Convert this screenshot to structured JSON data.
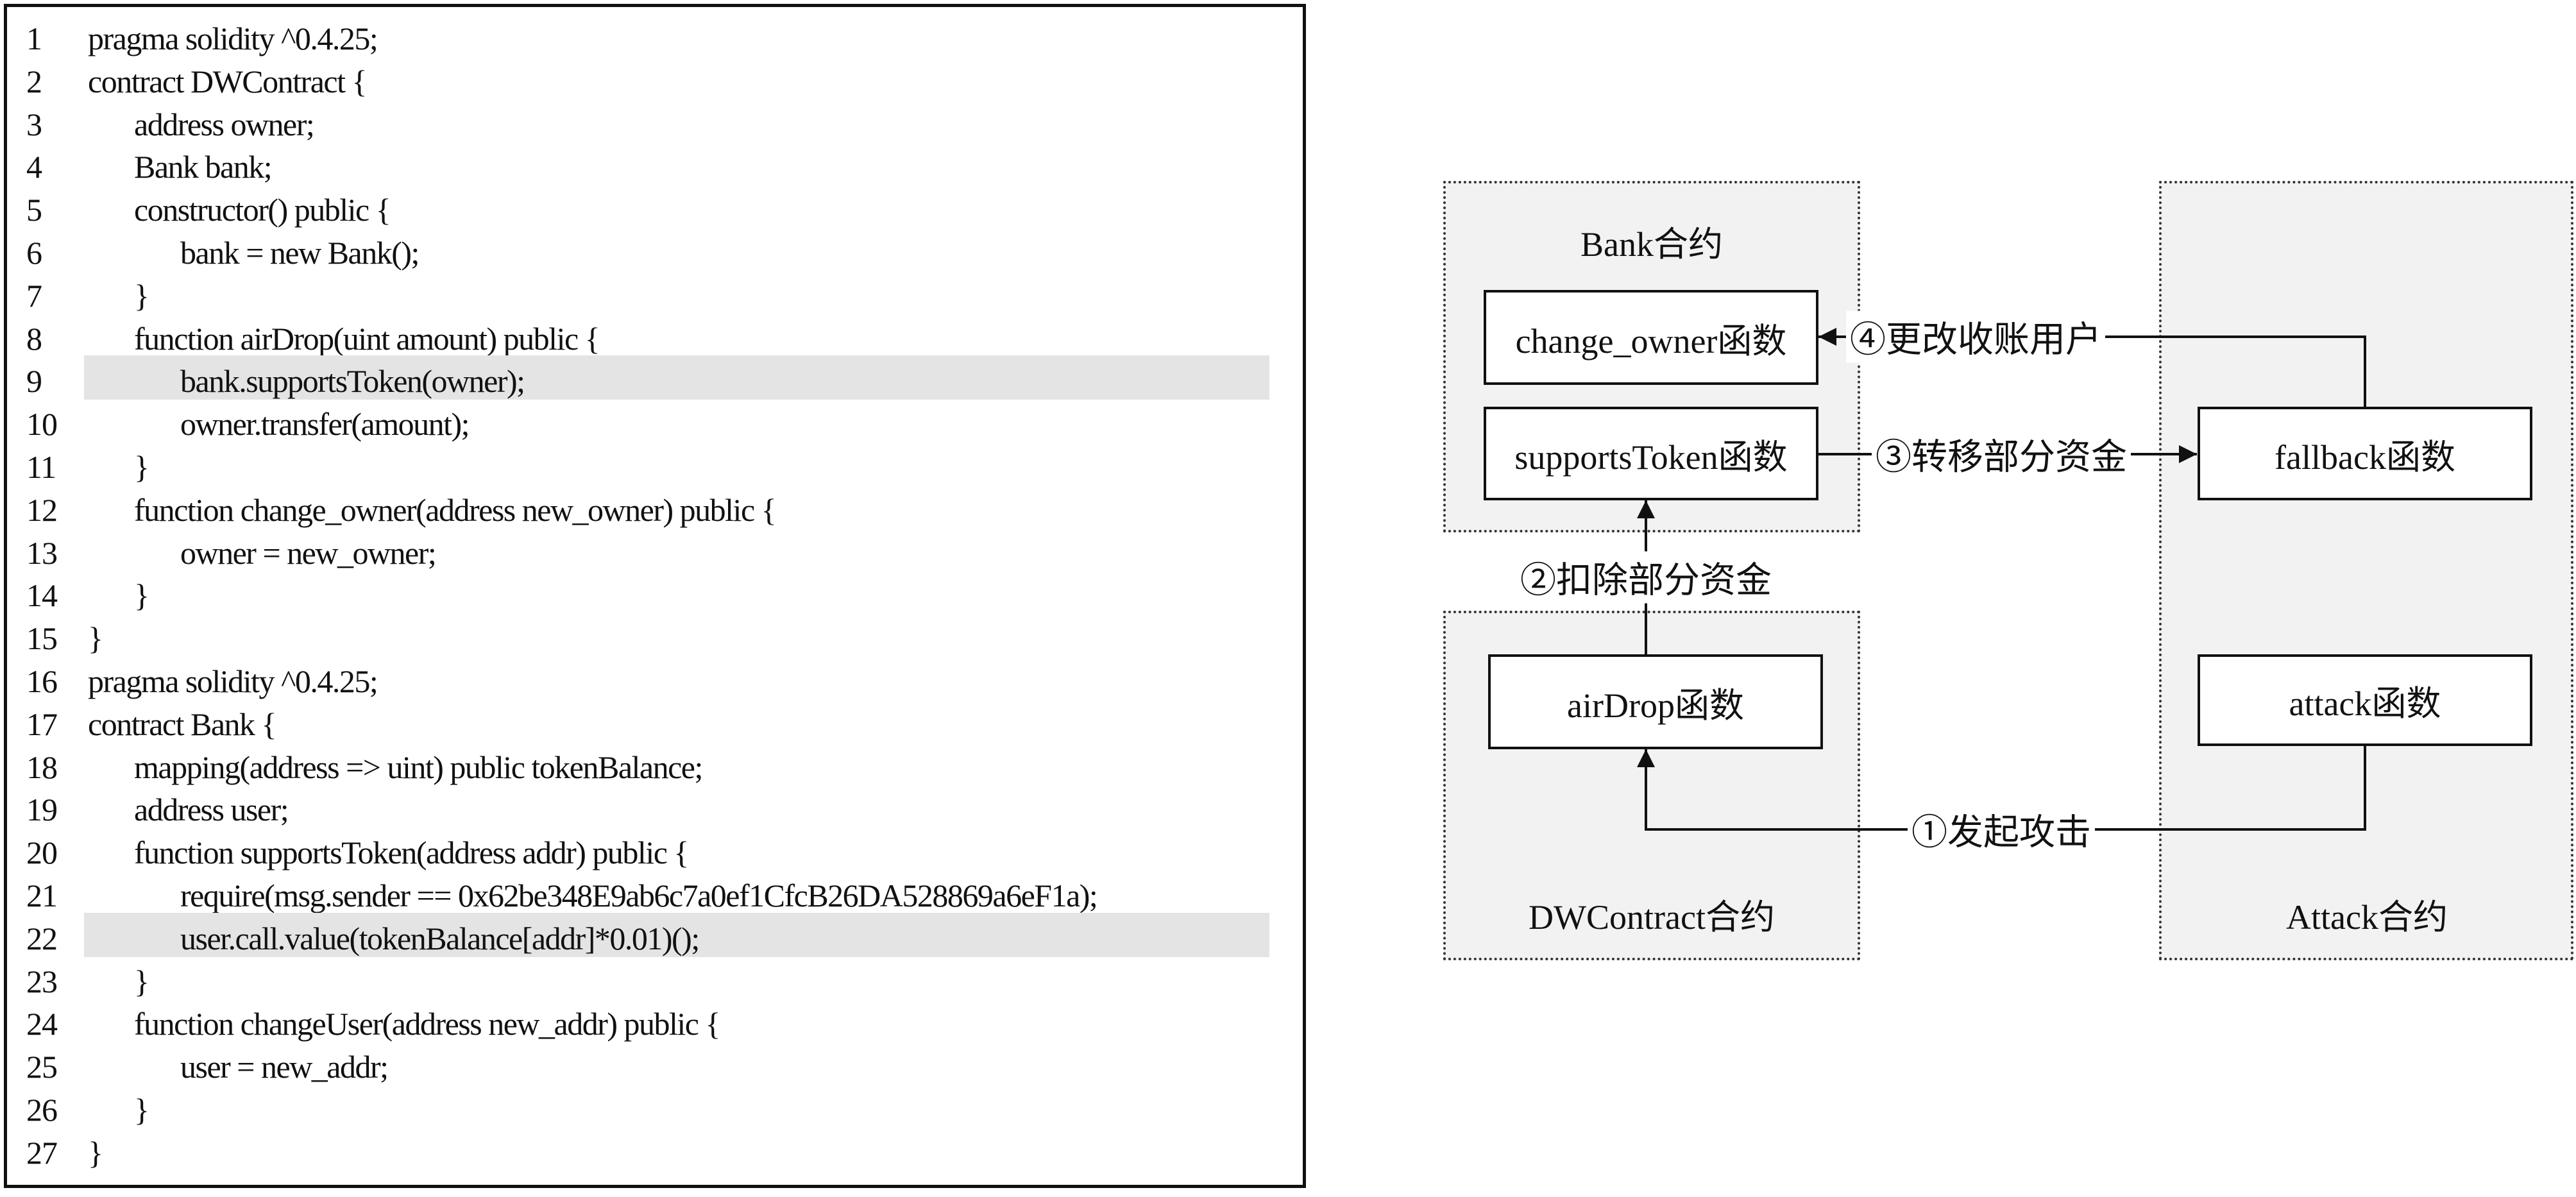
{
  "code": [
    {
      "n": "1",
      "indent": 0,
      "text": "pragma solidity ^0.4.25;",
      "hl": false
    },
    {
      "n": "2",
      "indent": 0,
      "text": "contract DWContract {",
      "hl": false
    },
    {
      "n": "3",
      "indent": 1,
      "text": "address owner;",
      "hl": false
    },
    {
      "n": "4",
      "indent": 1,
      "text": "Bank bank;",
      "hl": false
    },
    {
      "n": "5",
      "indent": 1,
      "text": "constructor() public {",
      "hl": false
    },
    {
      "n": "6",
      "indent": 2,
      "text": "bank = new Bank();",
      "hl": false
    },
    {
      "n": "7",
      "indent": 1,
      "text": "}",
      "hl": false
    },
    {
      "n": "8",
      "indent": 1,
      "text": "function airDrop(uint amount) public {",
      "hl": false
    },
    {
      "n": "9",
      "indent": 2,
      "text": "bank.supportsToken(owner);",
      "hl": true
    },
    {
      "n": "10",
      "indent": 2,
      "text": "owner.transfer(amount);",
      "hl": false
    },
    {
      "n": "11",
      "indent": 1,
      "text": "}",
      "hl": false
    },
    {
      "n": "12",
      "indent": 1,
      "text": "function change_owner(address new_owner) public {",
      "hl": false
    },
    {
      "n": "13",
      "indent": 2,
      "text": "owner = new_owner;",
      "hl": false
    },
    {
      "n": "14",
      "indent": 1,
      "text": "}",
      "hl": false
    },
    {
      "n": "15",
      "indent": 0,
      "text": "}",
      "hl": false
    },
    {
      "n": "16",
      "indent": 0,
      "text": "pragma solidity ^0.4.25;",
      "hl": false
    },
    {
      "n": "17",
      "indent": 0,
      "text": "contract Bank {",
      "hl": false
    },
    {
      "n": "18",
      "indent": 1,
      "text": "mapping(address => uint) public tokenBalance;",
      "hl": false
    },
    {
      "n": "19",
      "indent": 1,
      "text": "address user;",
      "hl": false
    },
    {
      "n": "20",
      "indent": 1,
      "text": "function supportsToken(address addr) public {",
      "hl": false
    },
    {
      "n": "21",
      "indent": 2,
      "text": "require(msg.sender == 0x62be348E9ab6c7a0ef1CfcB26DA528869a6eF1a);",
      "hl": false
    },
    {
      "n": "22",
      "indent": 2,
      "text": "user.call.value(tokenBalance[addr]*0.01)();",
      "hl": true
    },
    {
      "n": "23",
      "indent": 1,
      "text": "}",
      "hl": false
    },
    {
      "n": "24",
      "indent": 1,
      "text": "function changeUser(address new_addr) public {",
      "hl": false
    },
    {
      "n": "25",
      "indent": 2,
      "text": "user = new_addr;",
      "hl": false
    },
    {
      "n": "26",
      "indent": 1,
      "text": "}",
      "hl": false
    },
    {
      "n": "27",
      "indent": 0,
      "text": "}",
      "hl": false
    }
  ],
  "diagram": {
    "bank_region": {
      "label": "Bank合约"
    },
    "dw_region": {
      "label": "DWContract合约"
    },
    "attack_region": {
      "label": "Attack合约"
    },
    "boxes": {
      "change_owner": "change_owner函数",
      "supports_token": "supportsToken函数",
      "airdrop": "airDrop函数",
      "fallback": "fallback函数",
      "attack": "attack函数"
    },
    "edges": {
      "step1": "①发起攻击",
      "step2": "②扣除部分资金",
      "step3": "③转移部分资金",
      "step4": "④更改收账用户"
    }
  }
}
